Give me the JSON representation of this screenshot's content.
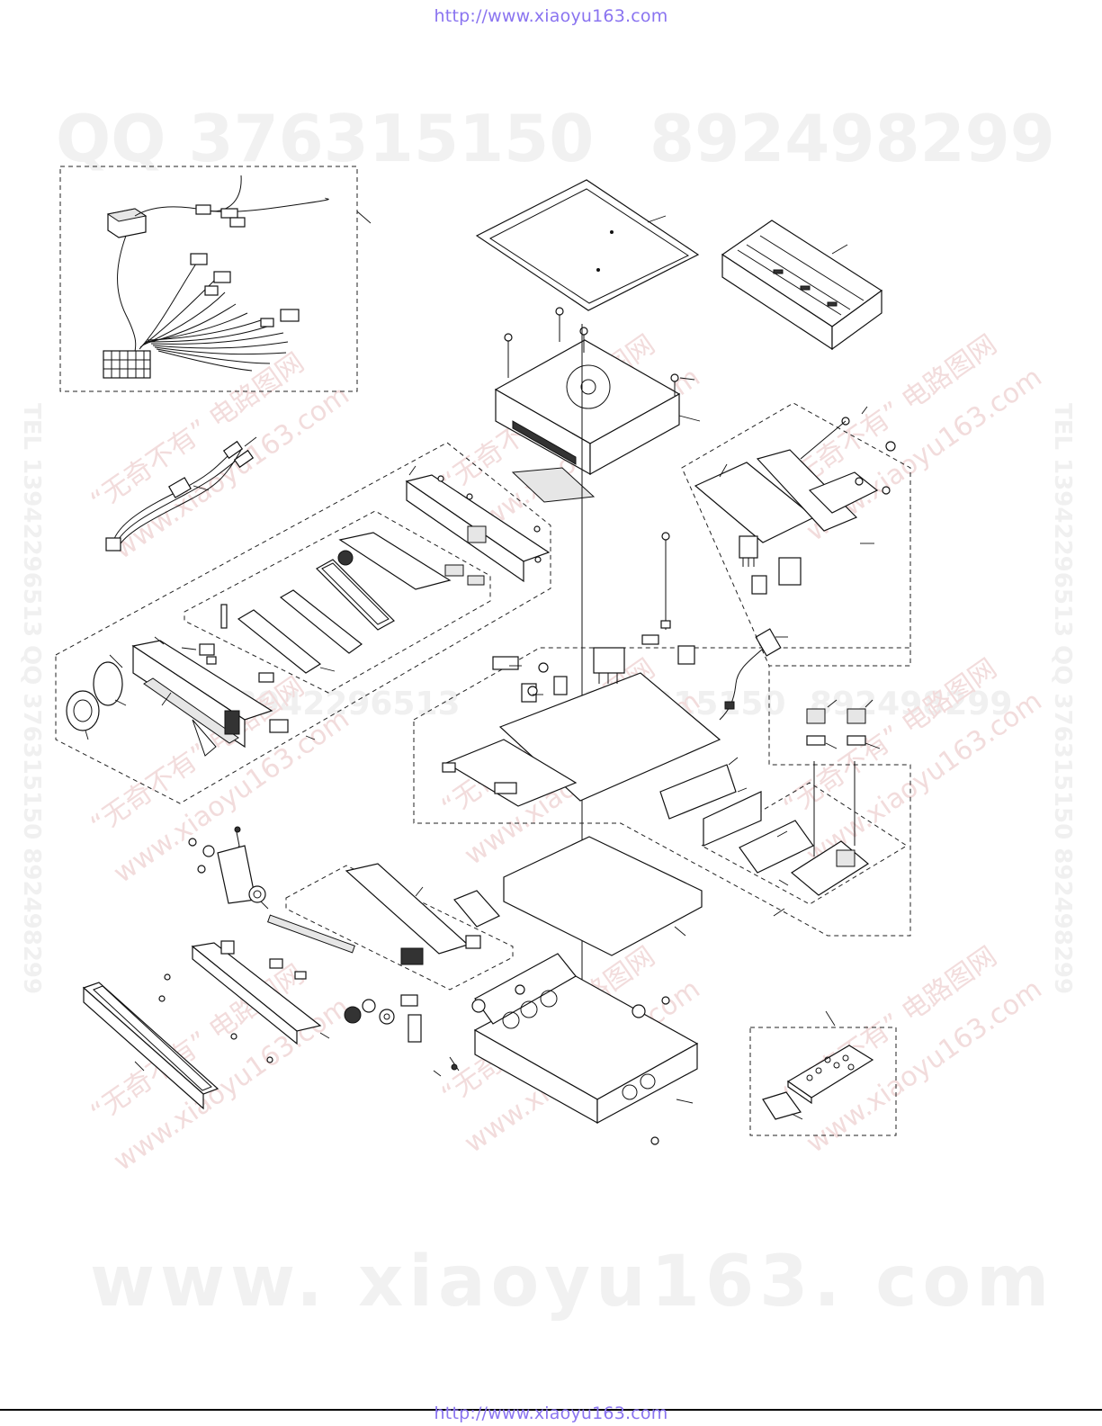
{
  "header": {
    "url": "http://www.xiaoyu163.com"
  },
  "footer": {
    "url": "http://www.xiaoyu163.com"
  },
  "watermarks": {
    "qq_left": "QQ 376315150",
    "qq_right": "892498299",
    "side_left": "TEL 13942296513 QQ 376315150 892498299",
    "side_right": "TEL 13942296513 QQ 376315150 892498299",
    "mid_a": "13942296513",
    "mid_b": "376315150",
    "mid_c": "892498299",
    "diagonal_cn": "“无奇不有” 电路图网",
    "diagonal_url": "www.xiaoyu163.com",
    "bottom": "www. xiaoyu163. com"
  },
  "colors": {
    "url": "#8a74f0",
    "watermark_grey": "#f0f0f0",
    "watermark_pink": "#f2dcdc",
    "line": "#111111"
  }
}
